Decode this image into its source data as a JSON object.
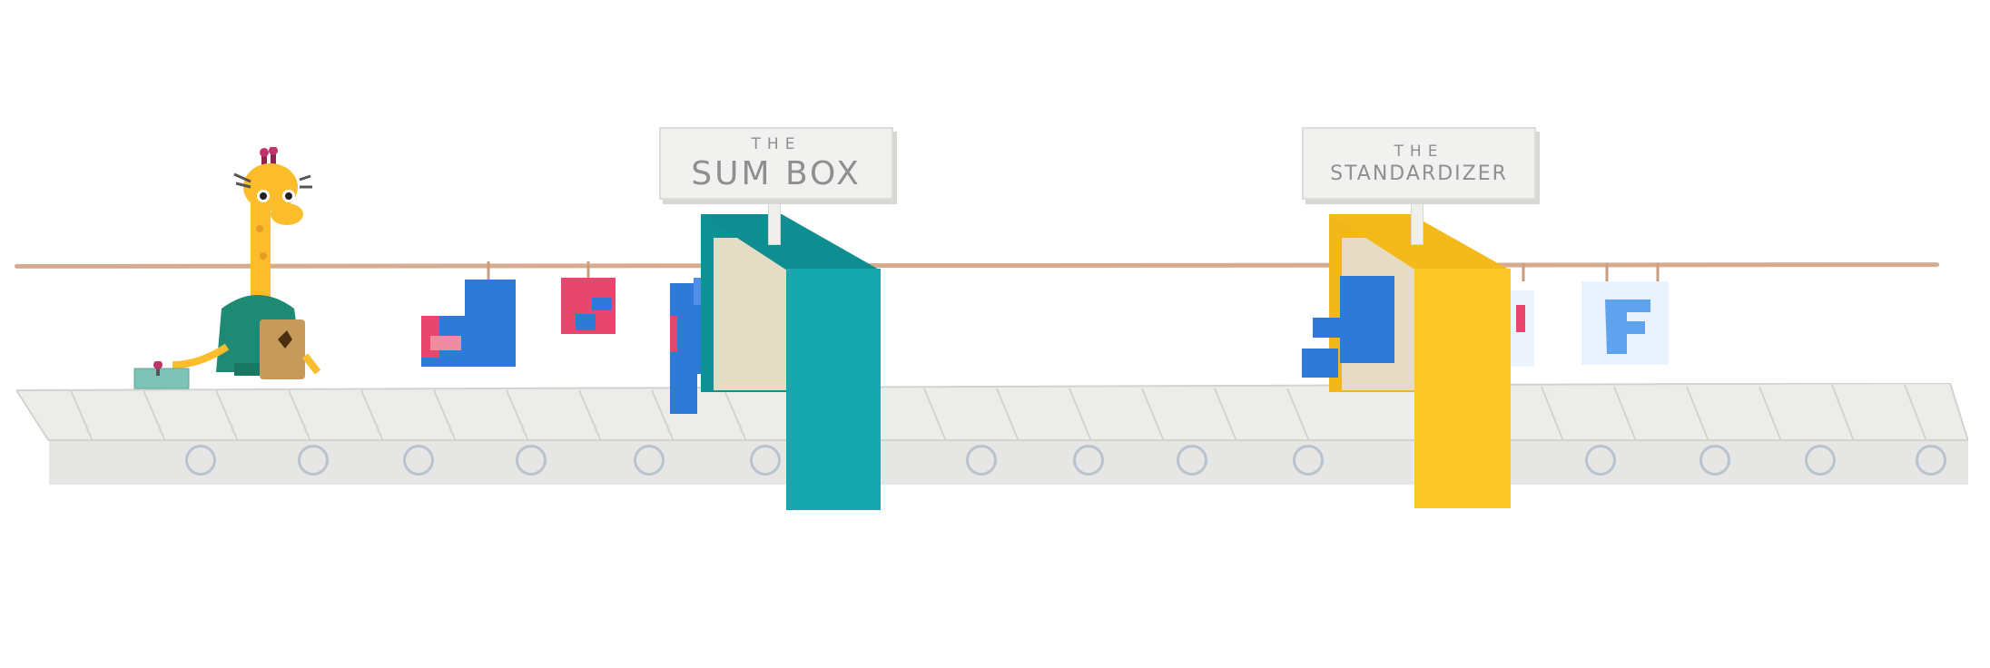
{
  "signs": {
    "sum_box": {
      "small": "THE",
      "big": "SUM BOX"
    },
    "standardizer": {
      "small": "THE",
      "big": "STANDARDIZER"
    }
  },
  "colors": {
    "rope": "#d9ab8e",
    "belt": "#e6e6e4",
    "sum_box": "#16a8ad",
    "standardizer": "#fec927",
    "card_blue": "#2f7ad8",
    "card_pink": "#e8466f",
    "light_blue": "#5fa3ee"
  },
  "icons": [
    "giraffe-icon",
    "lever-icon",
    "clipboard-icon"
  ]
}
